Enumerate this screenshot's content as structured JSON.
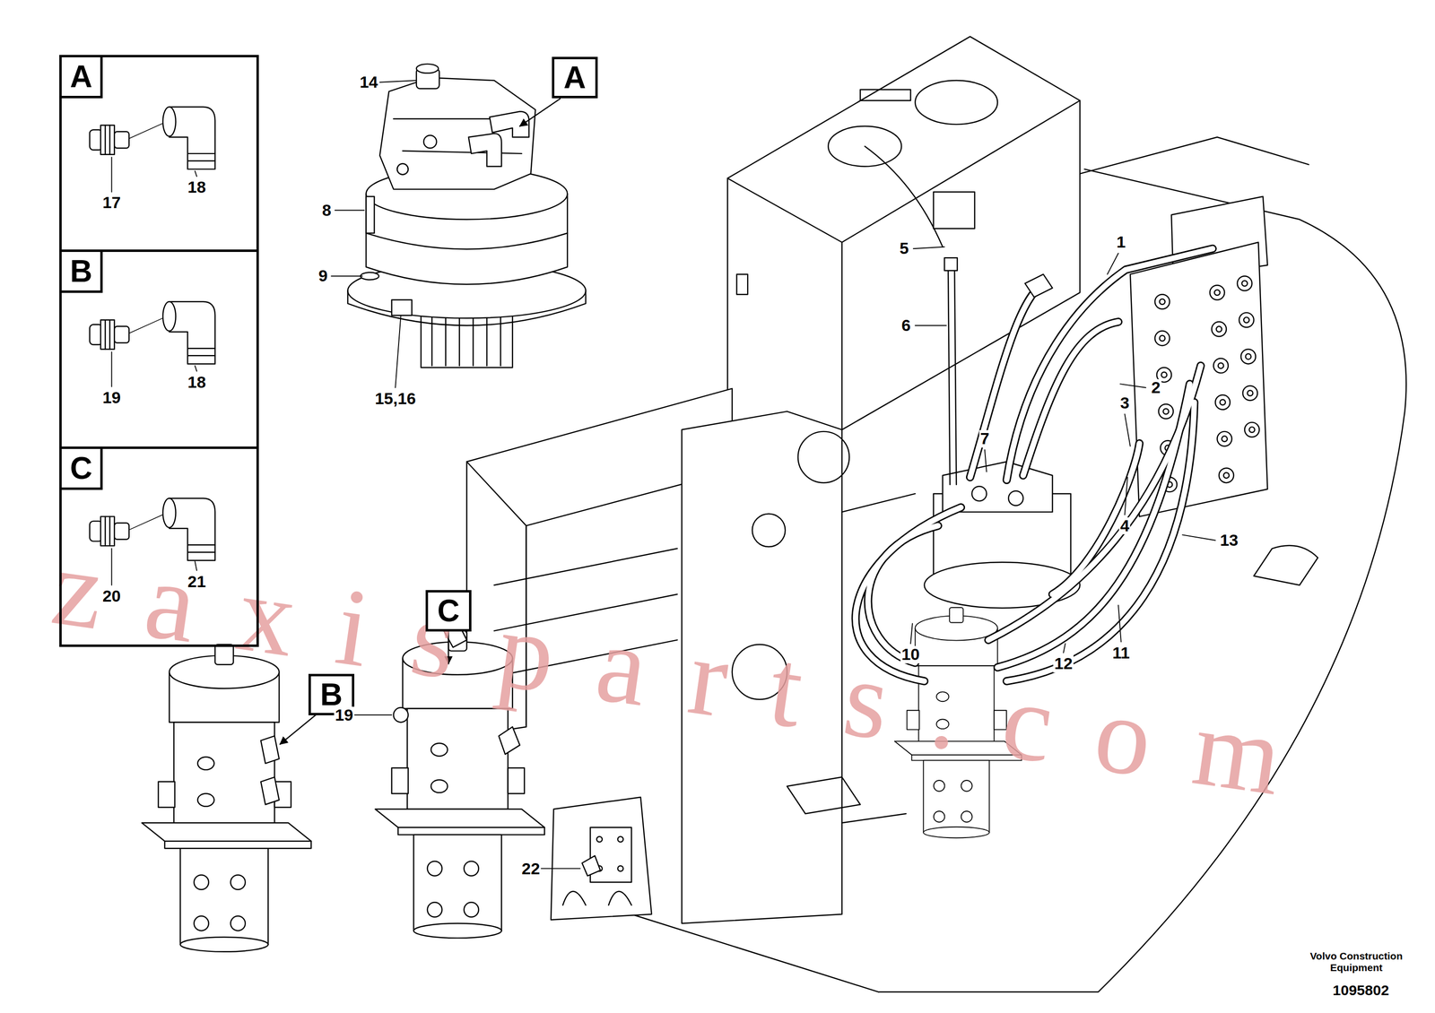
{
  "diagram": {
    "nodes": [
      {
        "text": [
          "A"
        ]
      },
      {
        "text": [
          "B"
        ]
      },
      {
        "text": [
          "C"
        ]
      },
      {
        "text": [
          "A"
        ]
      },
      {
        "text": [
          "C"
        ]
      },
      {
        "text": [
          "B"
        ]
      }
    ],
    "labels": [
      "14",
      "8",
      "9",
      "15,16",
      "17",
      "18",
      "19",
      "18",
      "20",
      "21",
      "5",
      "6",
      "1",
      "2",
      "3",
      "4",
      "7",
      "13",
      "10",
      "11",
      "12",
      "19",
      "22",
      "zaxisparts.com",
      "Volvo Construction Equipment",
      "1095802"
    ]
  }
}
